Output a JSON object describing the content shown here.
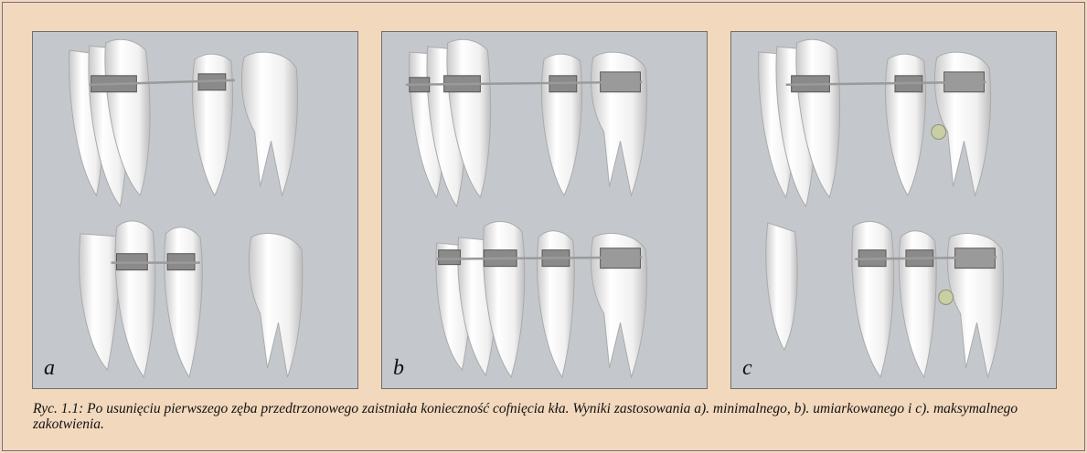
{
  "figure": {
    "panels": [
      {
        "label": "a"
      },
      {
        "label": "b"
      },
      {
        "label": "c"
      }
    ],
    "caption": "Ryc. 1.1: Po usunięciu pierwszego zęba przedtrzonowego zaistniała konieczność cofnięcia kła. Wyniki zastosowania a). minimalnego, b). umiarkowanego i c). maksymalnego zakotwienia.",
    "colors": {
      "page_background": "#f1d9be",
      "panel_background": "#c4c8cd",
      "tooth": "#f4f4f4",
      "bracket": "#8a8a8a",
      "wire": "#9a9a9a",
      "elastic": "#c9cfa3"
    }
  }
}
